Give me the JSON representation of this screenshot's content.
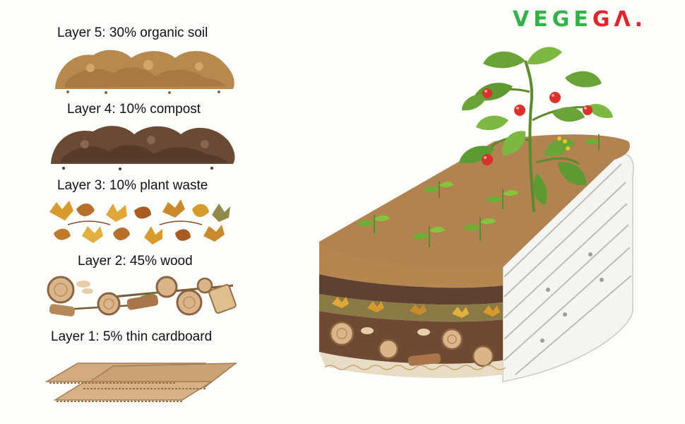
{
  "brand": {
    "part1": "VEGE",
    "part2": "GΛ.",
    "green": "#34b24a",
    "red": "#e0262c"
  },
  "layers": [
    {
      "label": "Layer 5: 30% organic soil",
      "color": "#b8894f"
    },
    {
      "label": "Layer 4: 10% compost",
      "color": "#6b4a35"
    },
    {
      "label": "Layer 3: 10% plant waste",
      "color": "#d79b2c"
    },
    {
      "label": "Layer 2: 45% wood",
      "color": "#c9a07a"
    },
    {
      "label": "Layer 1: 5% thin cardboard",
      "color": "#d2ac80"
    }
  ]
}
